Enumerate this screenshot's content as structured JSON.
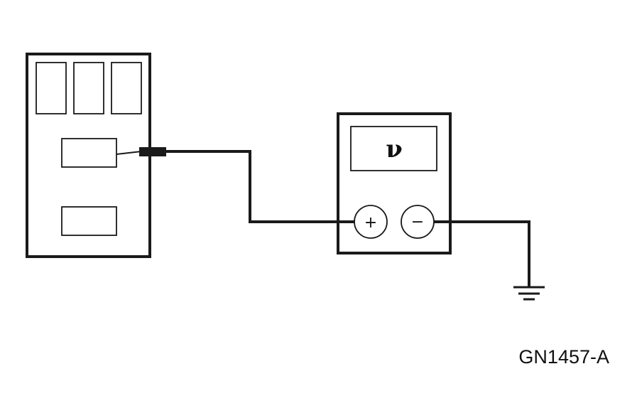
{
  "figure": {
    "id_label": "GN1457-A"
  },
  "voltmeter": {
    "display_symbol": "ν",
    "positive_terminal": "+",
    "negative_terminal": "−"
  },
  "components": {
    "control_module": "control-module",
    "probe": "back-probe-connector",
    "ground": "ground-symbol"
  }
}
